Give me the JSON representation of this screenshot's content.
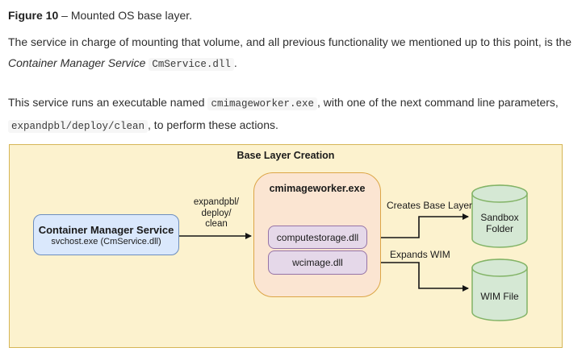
{
  "document": {
    "caption": {
      "label": "Figure 10",
      "text": " – Mounted OS base layer."
    },
    "p1": {
      "lead": "The service in charge of mounting that volume, and all previous functionality we mentioned up to this point, is the ",
      "service_name": "Container Manager Service",
      "spacer": " ",
      "code": "CmService.dll",
      "tail": "."
    },
    "p2": {
      "lead": "This service runs an executable named ",
      "code1": "cmimageworker.exe",
      "mid": ", with one of the next command line parameters, ",
      "code2": "expandpbl/deploy/clean",
      "tail": ", to perform these actions."
    }
  },
  "diagram": {
    "title": "Base Layer Creation",
    "nodes": {
      "container_manager": {
        "title": "Container Manager Service",
        "subtitle": "svchost.exe (CmService.dll)"
      },
      "worker": {
        "title": "cmimageworker.exe"
      },
      "computestorage": {
        "label": "computestorage.dll"
      },
      "wcimage": {
        "label": "wcimage.dll"
      },
      "sandbox": {
        "line1": "Sandbox",
        "line2": "Folder"
      },
      "wim": {
        "label": "WIM File"
      }
    },
    "edges": {
      "command": {
        "line1": "expandpbl/",
        "line2": "deploy/",
        "line3": "clean"
      },
      "creates": "Creates Base Layer",
      "expands": "Expands WIM"
    },
    "colors": {
      "panel_fill": "#FCF2CE",
      "panel_border": "#D6B656",
      "service_fill": "#DAE8FC",
      "service_border": "#6C8EBF",
      "worker_fill": "#FBE5D2",
      "worker_border": "#DCA546",
      "dll_fill": "#E5D8E9",
      "dll_border": "#9673A6",
      "store_fill": "#D5E8D4",
      "store_border": "#82B366",
      "arrow": "#141414",
      "code_bg": "#F6F6F6"
    }
  }
}
